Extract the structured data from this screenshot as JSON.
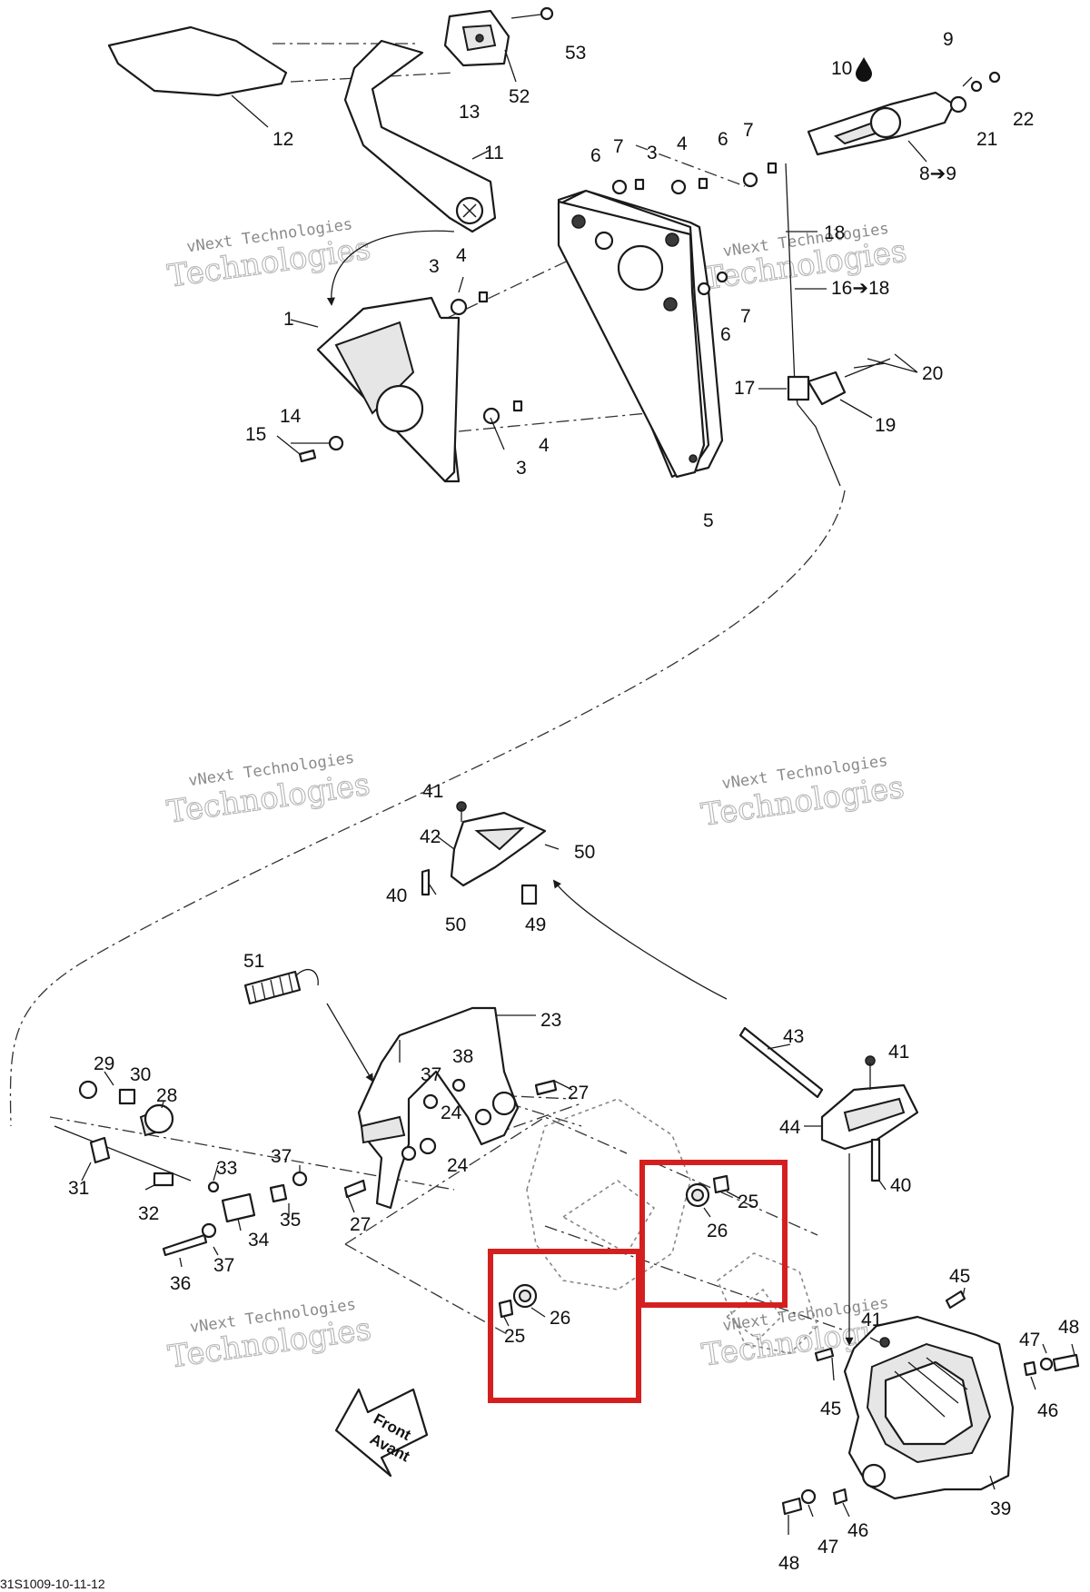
{
  "diagram": {
    "reference_code": "31S1009-10-11-12",
    "watermark": {
      "line1": "vNext Technologies",
      "line2a": "vNext",
      "line2b": "Technologies"
    },
    "front_label": {
      "line1": "Front",
      "line2": "Avant"
    },
    "callouts": {
      "c1": "1",
      "c3a": "3",
      "c3b": "3",
      "c3c": "3",
      "c4a": "4",
      "c4b": "4",
      "c4c": "4",
      "c5": "5",
      "c6a": "6",
      "c6b": "6",
      "c6c": "6",
      "c7a": "7",
      "c7b": "7",
      "c7c": "7",
      "c8": "8➔9",
      "c9": "9",
      "c10": "10",
      "c11": "11",
      "c12": "12",
      "c13": "13",
      "c14": "14",
      "c15": "15",
      "c16": "16➔18",
      "c17": "17",
      "c18": "18",
      "c19": "19",
      "c20": "20",
      "c21": "21",
      "c22": "22",
      "c23": "23",
      "c24a": "24",
      "c24b": "24",
      "c25a": "25",
      "c25b": "25",
      "c26a": "26",
      "c26b": "26",
      "c27a": "27",
      "c27b": "27",
      "c28": "28",
      "c29": "29",
      "c30": "30",
      "c31": "31",
      "c32": "32",
      "c33": "33",
      "c34": "34",
      "c35": "35",
      "c36": "36",
      "c37a": "37",
      "c37b": "37",
      "c37c": "37",
      "c38": "38",
      "c39": "39",
      "c40a": "40",
      "c40b": "40",
      "c41a": "41",
      "c41b": "41",
      "c41c": "41",
      "c42": "42",
      "c43": "43",
      "c44": "44",
      "c45a": "45",
      "c45b": "45",
      "c46a": "46",
      "c46b": "46",
      "c47a": "47",
      "c47b": "47",
      "c48a": "48",
      "c48b": "48",
      "c49": "49",
      "c50a": "50",
      "c50b": "50",
      "c51": "51",
      "c52": "52",
      "c53": "53"
    },
    "highlight_boxes": [
      "part-26-and-25-upper",
      "part-26-and-25-lower"
    ],
    "highlight_color": "#d51f1f"
  }
}
